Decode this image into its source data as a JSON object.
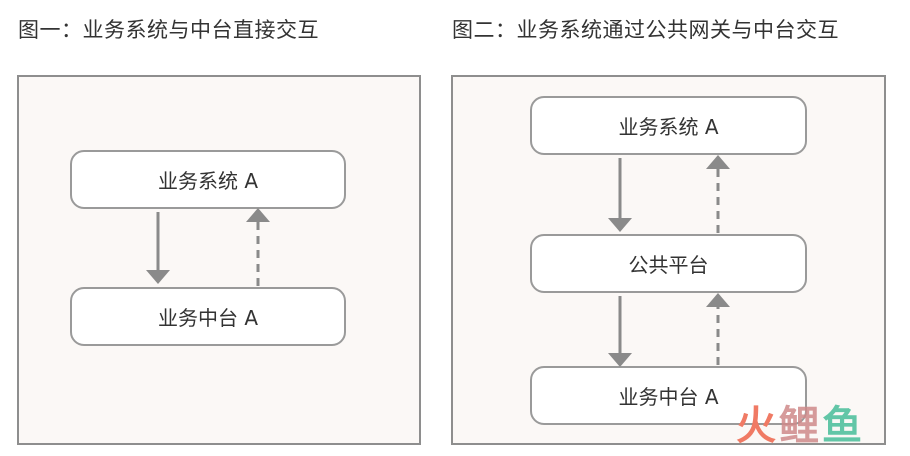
{
  "diagram_1": {
    "title": "图一：业务系统与中台直接交互",
    "nodes": {
      "system": "业务系统 A",
      "platform": "业务中台 A"
    }
  },
  "diagram_2": {
    "title": "图二：业务系统通过公共网关与中台交互",
    "nodes": {
      "system": "业务系统 A",
      "gateway": "公共平台",
      "platform": "业务中台 A"
    }
  },
  "watermark": {
    "chars": [
      "火",
      "鲤",
      "鱼"
    ],
    "colors": [
      "#f07a64",
      "#cf8a8a",
      "#62c6a7"
    ]
  },
  "colors": {
    "panel_background": "#fbf8f6",
    "panel_border": "#8e8e8e",
    "node_border": "#9a9a9a",
    "arrow": "#8a8a8a"
  }
}
